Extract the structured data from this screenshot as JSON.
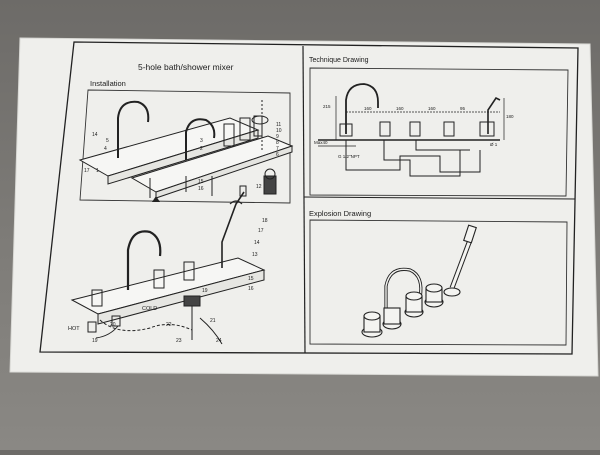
{
  "document": {
    "title": "5-hole bath/shower mixer",
    "installation_heading": "Installation",
    "technique_heading": "Technique Drawing",
    "explosion_heading": "Explosion Drawing"
  },
  "callouts": {
    "left": [
      "14",
      "5",
      "4",
      "3",
      "2",
      "17",
      "1"
    ],
    "right": [
      "11",
      "10",
      "9",
      "8",
      "7",
      "6",
      "12"
    ],
    "mid": [
      "15",
      "16",
      "18",
      "17",
      "14",
      "13",
      "15",
      "16",
      "19",
      "20",
      "21",
      "22",
      "23",
      "24"
    ],
    "hot": "HOT",
    "cold": "COLD",
    "nine": "19"
  },
  "technique": {
    "dims": [
      "160",
      "160",
      "160",
      "95",
      "215",
      "180",
      "Ø 1",
      "G 1/2\"NPT",
      "Max40"
    ]
  },
  "icons": {
    "outlet": "arrow-icon"
  }
}
